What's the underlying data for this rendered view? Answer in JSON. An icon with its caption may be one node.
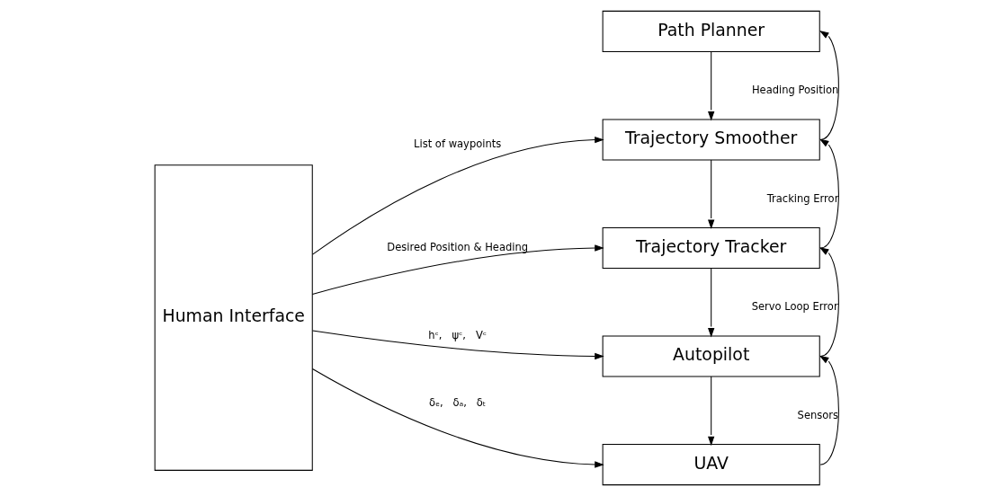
{
  "diagram": {
    "nodes": [
      {
        "text": [
          "Human Interface"
        ]
      },
      {
        "text": [
          "Path Planner"
        ]
      },
      {
        "text": [
          "Trajectory Smoother"
        ]
      },
      {
        "text": [
          "Trajectory Tracker"
        ]
      },
      {
        "text": [
          "Autopilot"
        ]
      },
      {
        "text": [
          "UAV"
        ]
      }
    ],
    "edges": [
      {
        "from": 0,
        "to": 2,
        "arrow": "to",
        "label": "List of waypoints"
      },
      {
        "from": 1,
        "to": 2,
        "arrow": "to"
      },
      {
        "from": 2,
        "to": 1,
        "arrow": "to",
        "label": "Heading Position"
      },
      {
        "from": 0,
        "to": 3,
        "arrow": "to",
        "label": "Desired Position & Heading"
      },
      {
        "from": 2,
        "to": 3,
        "arrow": "to"
      },
      {
        "from": 3,
        "to": 2,
        "arrow": "to",
        "label": "Tracking Error"
      },
      {
        "from": 0,
        "to": 4,
        "arrow": "to",
        "label": "hᶜ,   ψᶜ,   Vᶜ"
      },
      {
        "from": 3,
        "to": 4,
        "arrow": "to"
      },
      {
        "from": 4,
        "to": 3,
        "arrow": "to",
        "label": "Servo Loop Error"
      },
      {
        "from": 0,
        "to": 5,
        "arrow": "to",
        "label": "δₑ,   δₐ,   δₜ"
      },
      {
        "from": 4,
        "to": 5,
        "arrow": "to"
      },
      {
        "from": 5,
        "to": 4,
        "arrow": "to",
        "label": "Sensors"
      }
    ]
  }
}
